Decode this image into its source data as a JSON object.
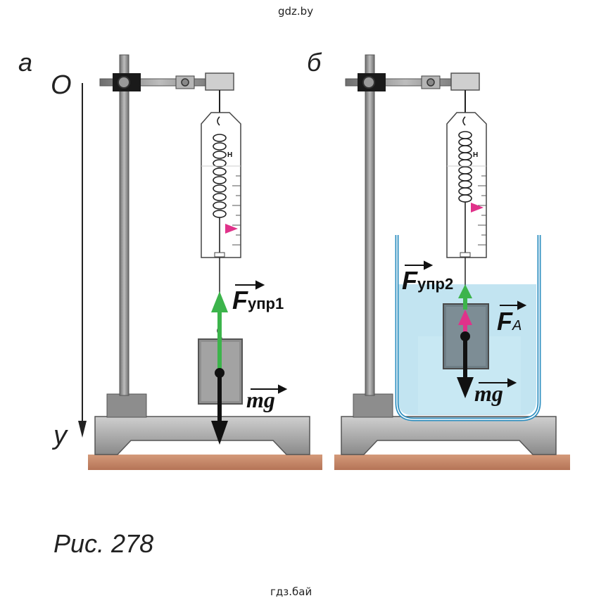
{
  "watermark_top": "gdz.by",
  "watermark_bottom": "гдз.бай",
  "caption": "Рис. 278",
  "axis": {
    "origin": "O",
    "y": "y"
  },
  "panel_a": {
    "label": "а",
    "force_label": "F",
    "force_sub": "упр1",
    "weight_label": "mg",
    "scale_unit": "Н"
  },
  "panel_b": {
    "label": "б",
    "force_label": "F",
    "force_sub": "упр2",
    "archimedes_label": "F",
    "archimedes_sub": "A",
    "weight_label": "mg",
    "scale_unit": "Н"
  },
  "colors": {
    "elastic_force": "#3cb44b",
    "archimedes_force": "#e0328a",
    "weight": "#111111",
    "pointer": "#e0328a",
    "water": "#bfe3f0",
    "table": "#c98b6a"
  }
}
